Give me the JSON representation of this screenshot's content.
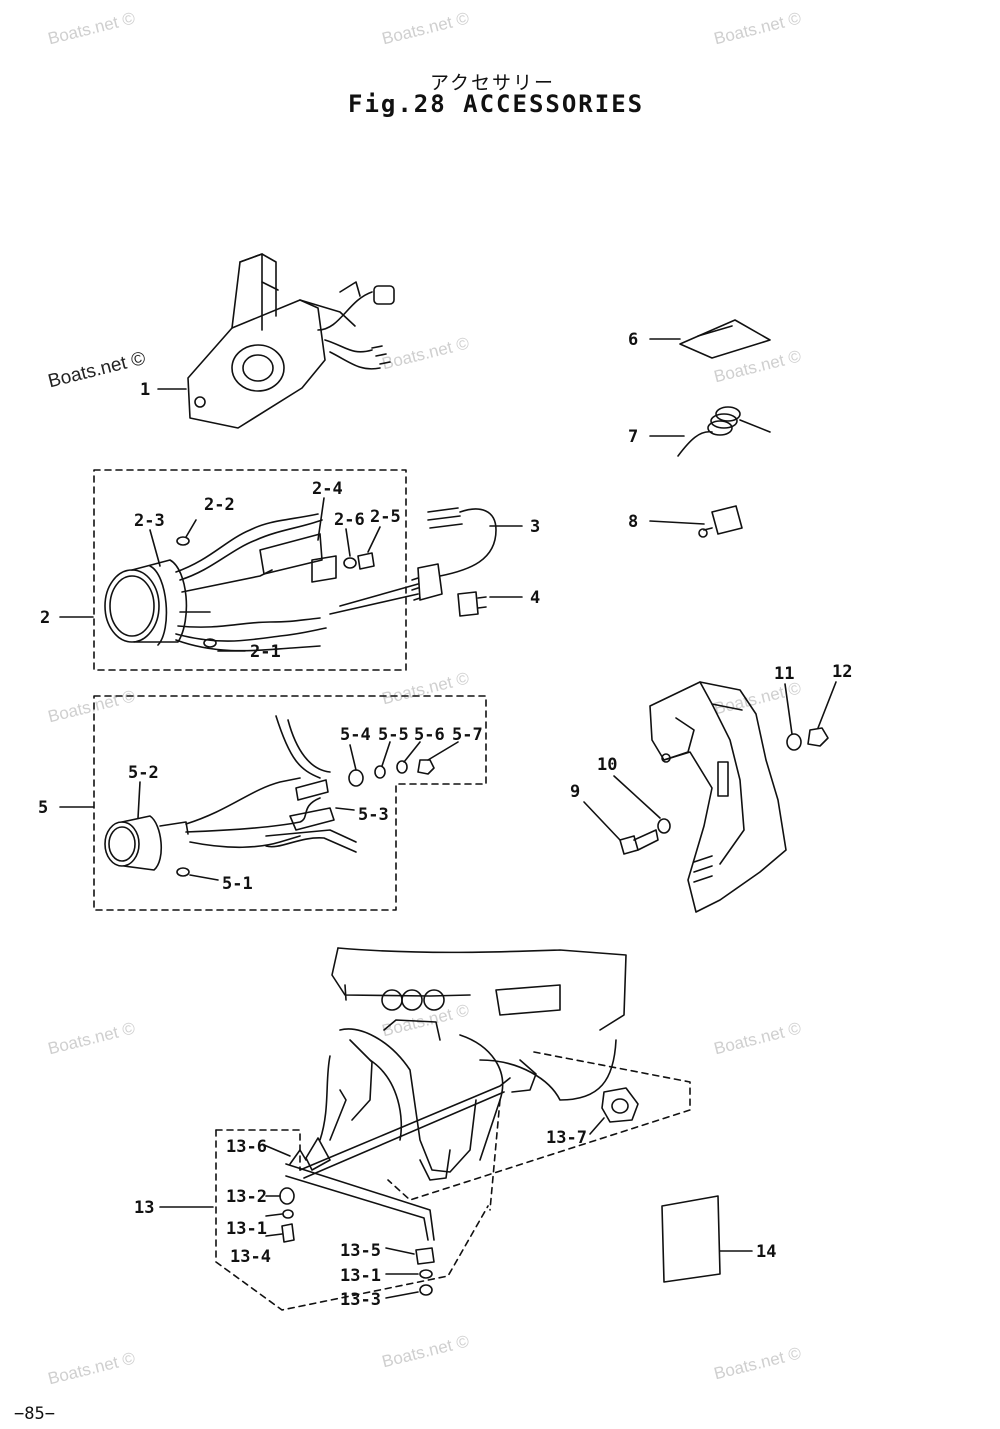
{
  "header": {
    "title_jp": "アクセサリー",
    "title_en": "Fig.28  ACCESSORIES"
  },
  "watermark": "Boats.net ©",
  "page_number": "−85−",
  "callouts": [
    "1",
    "2",
    "2-1",
    "2-2",
    "2-3",
    "2-4",
    "2-5",
    "2-6",
    "3",
    "4",
    "5",
    "5-1",
    "5-2",
    "5-3",
    "5-4",
    "5-5",
    "5-6",
    "5-7",
    "6",
    "7",
    "8",
    "9",
    "10",
    "11",
    "12",
    "13",
    "13-1",
    "13-1",
    "13-2",
    "13-3",
    "13-4",
    "13-5",
    "13-6",
    "13-7",
    "14"
  ]
}
